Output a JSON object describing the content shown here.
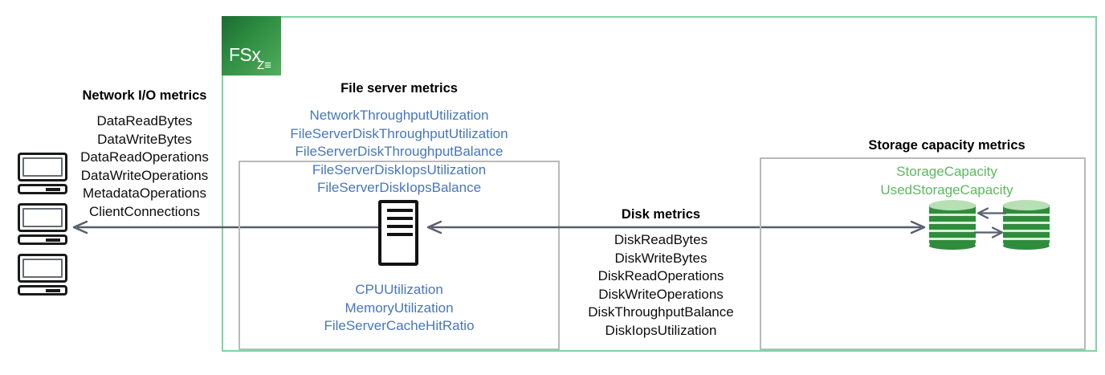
{
  "diagram": {
    "service_logo": {
      "name": "FSx",
      "subscript": "Z≡",
      "brand_color": "#2f8f43"
    },
    "network_section": {
      "title": "Network I/O metrics",
      "metrics": [
        "DataReadBytes",
        "DataWriteBytes",
        "DataReadOperations",
        "DataWriteOperations",
        "MetadataOperations",
        "ClientConnections"
      ],
      "text_color": "#0d0d0d",
      "clients": [
        "client-computer-1",
        "client-computer-2",
        "client-computer-3"
      ]
    },
    "file_server_section": {
      "title": "File server metrics",
      "metrics_top": [
        "NetworkThroughputUtilization",
        "FileServerDiskThroughputUtilization",
        "FileServerDiskThroughputBalance",
        "FileServerDiskIopsUtilization",
        "FileServerDiskIopsBalance"
      ],
      "metrics_bottom": [
        "CPUUtilization",
        "MemoryUtilization",
        "FileServerCacheHitRatio"
      ],
      "text_color": "#4776c0",
      "icon": "server-rack-icon"
    },
    "disk_section": {
      "title": "Disk metrics",
      "metrics": [
        "DiskReadBytes",
        "DiskWriteBytes",
        "DiskReadOperations",
        "DiskWriteOperations",
        "DiskThroughputBalance",
        "DiskIopsUtilization"
      ],
      "text_color": "#0d0d0d"
    },
    "storage_section": {
      "title": "Storage capacity metrics",
      "metrics": [
        "StorageCapacity",
        "UsedStorageCapacity"
      ],
      "text_color": "#5cb860",
      "icons": [
        "database-cylinder-left",
        "database-cylinder-right"
      ]
    },
    "colors": {
      "container_border": "#7ed4a4",
      "panel_border": "#b9b9b9",
      "arrow": "#565f6d",
      "storage_green": "#2f8c3c"
    }
  }
}
